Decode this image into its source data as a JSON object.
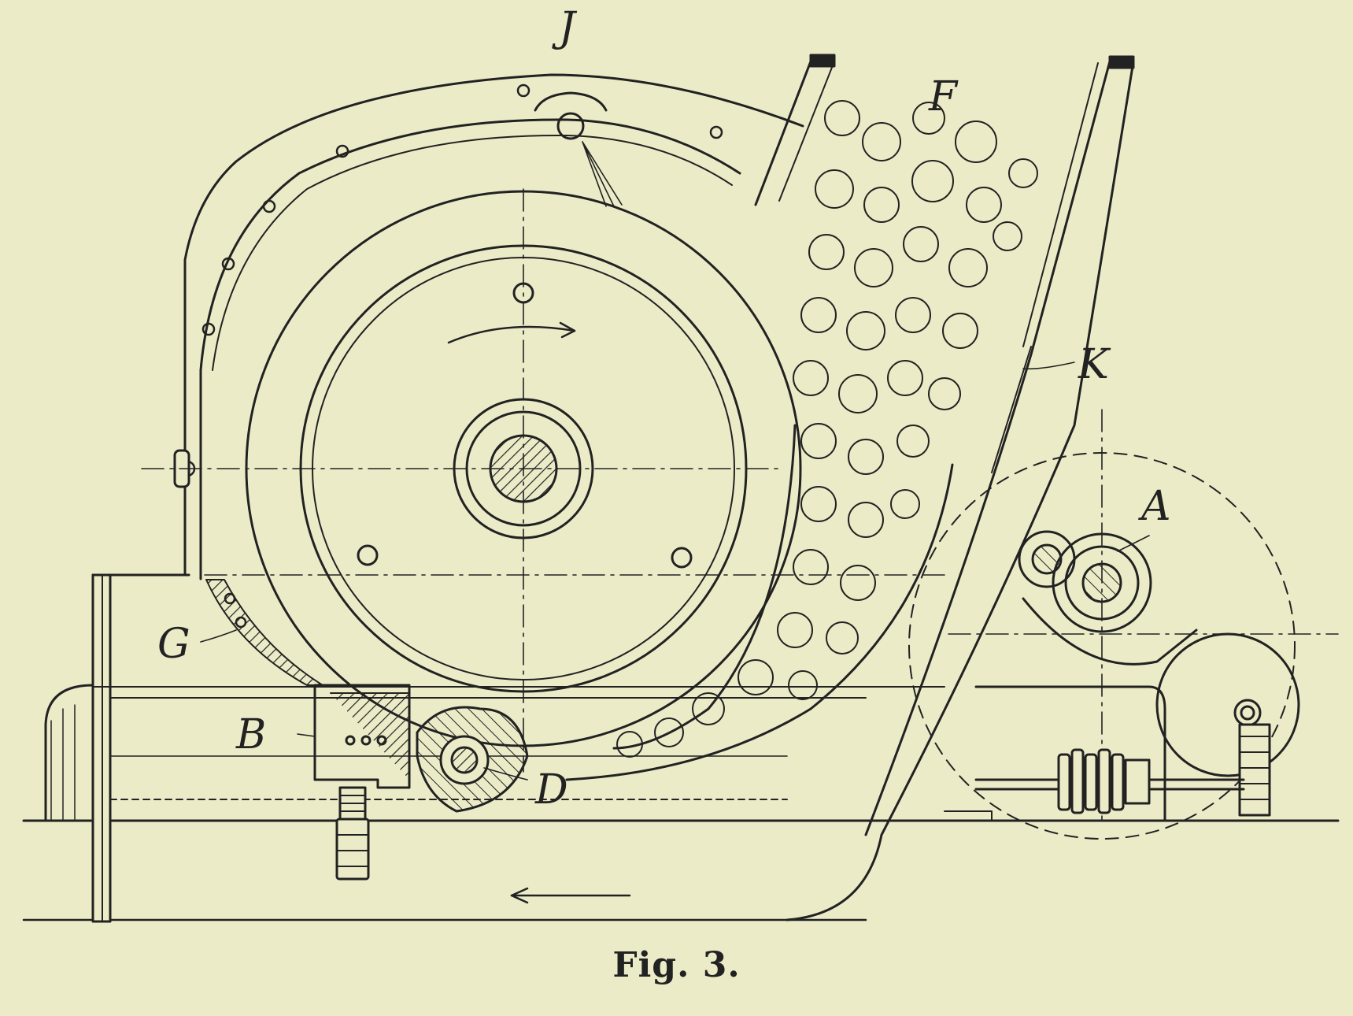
{
  "figure": {
    "caption": "Fig. 3.",
    "labels": {
      "J": "J",
      "F": "F",
      "K": "K",
      "A": "A",
      "G": "G",
      "B": "B",
      "D": "D"
    }
  },
  "colors": {
    "paper": "#ecebc8",
    "ink": "#222222",
    "show_through": "#8a9a86"
  }
}
